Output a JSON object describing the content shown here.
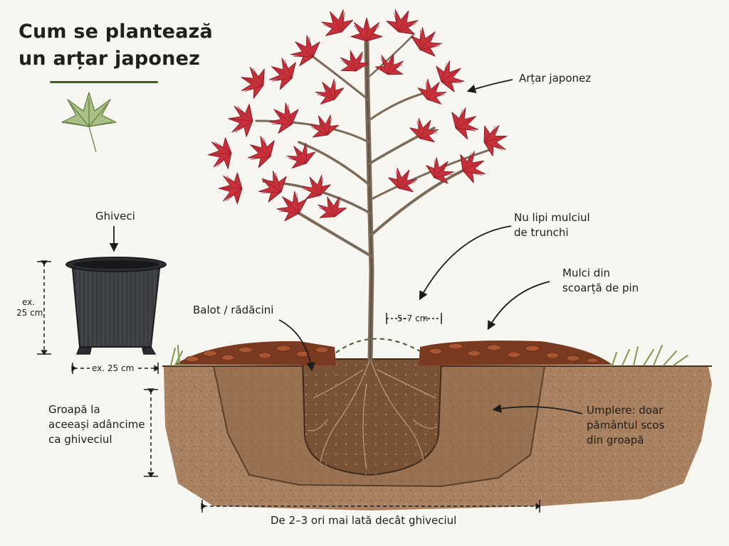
{
  "title": {
    "line1": "Cum se plantează",
    "line2": "un arțar japonez"
  },
  "labels": {
    "tree": "Arțar japonez",
    "mulch_trunk_line1": "Nu lipi mulciul",
    "mulch_trunk_line2": "de trunchi",
    "mulch_line1": "Mulci din",
    "mulch_line2": "scoarță de pin",
    "trunk_gap": "5–7 cm",
    "rootball": "Balot / rădăcini",
    "pot": "Ghiveci",
    "pot_height_line1": "ex.",
    "pot_height_line2": "25 cm",
    "pot_width": "ex. 25 cm",
    "hole_depth_line1": "Groapă la",
    "hole_depth_line2": "aceeași adâncime",
    "hole_depth_line3": "ca ghiveciul",
    "backfill_line1": "Umplere: doar",
    "backfill_line2": "pământul scos",
    "backfill_line3": "din groapă",
    "hole_width": "De 2–3 ori mai lată decât ghiveciul"
  },
  "colors": {
    "leaf_red": "#c8303a",
    "leaf_dark": "#8e1b26",
    "bark": "#7c6a58",
    "soil": "#9c7654",
    "soil_dark": "#6e4d33",
    "mulch": "#7a3a1f",
    "pot": "#3a3c3f",
    "grass": "#7c9a4a",
    "accent_green": "#3f5a2c"
  },
  "icons": {
    "corner": "maple-leaf-icon"
  }
}
